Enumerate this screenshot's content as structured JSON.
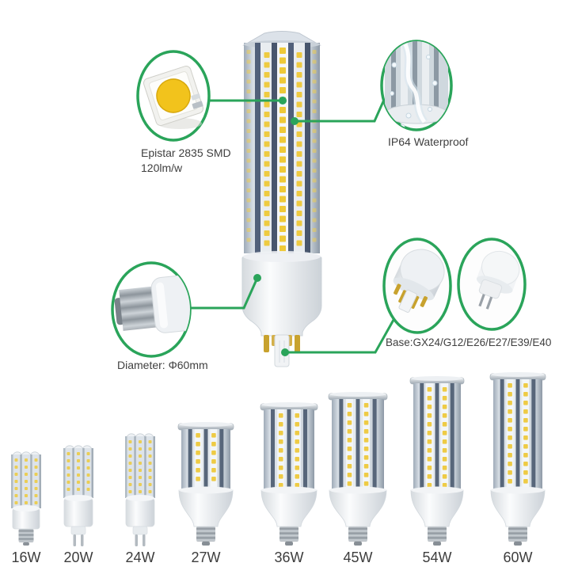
{
  "page": {
    "background": "#ffffff"
  },
  "colors": {
    "accent_green": "#2aa45a",
    "led_yellow": "#eec937",
    "text": "#3f3f3f"
  },
  "callouts": {
    "smd": {
      "icon": "led-chip-icon",
      "line1": "Epistar 2835 SMD",
      "line2": "120lm/w"
    },
    "waterproof": {
      "icon": "water-splash-bulb-icon",
      "label": "IP64 Waterproof"
    },
    "diameter": {
      "icon": "e27-screw-base-icon",
      "label": "Diameter: Φ60mm"
    },
    "base": {
      "icons": [
        "gx24-base-icon",
        "g12-base-icon"
      ],
      "label": "Base:GX24/G12/E26/E27/E39/E40"
    }
  },
  "products": [
    {
      "label": "16W",
      "base": "screw"
    },
    {
      "label": "20W",
      "base": "pin"
    },
    {
      "label": "24W",
      "base": "pin"
    },
    {
      "label": "27W",
      "base": "screw"
    },
    {
      "label": "36W",
      "base": "screw"
    },
    {
      "label": "45W",
      "base": "screw"
    },
    {
      "label": "54W",
      "base": "screw"
    },
    {
      "label": "60W",
      "base": "screw"
    }
  ]
}
